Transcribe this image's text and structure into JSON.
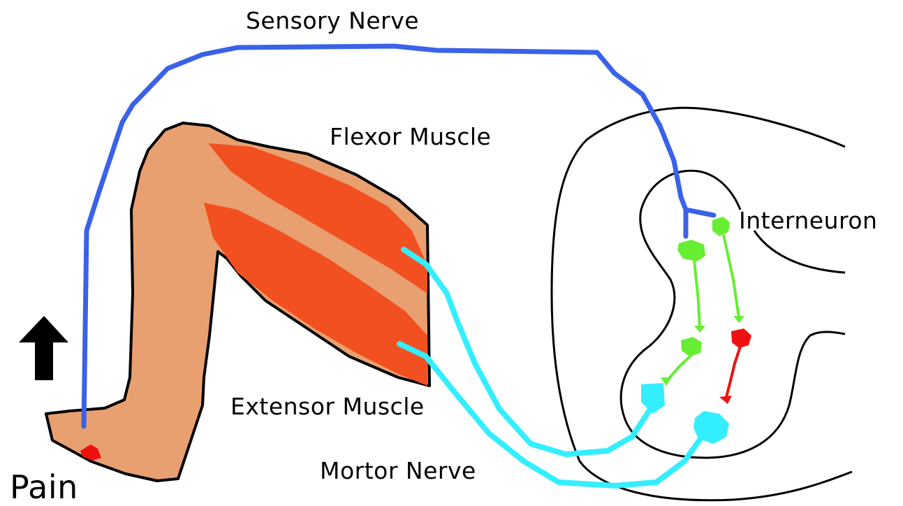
{
  "labels": {
    "sensory_nerve": "Sensory Nerve",
    "flexor_muscle": "Flexor Muscle",
    "interneuron": "Interneuron",
    "extensor_muscle": "Extensor Muscle",
    "motor_nerve": "Mortor Nerve",
    "pain": "Pain"
  },
  "colors": {
    "skin": "#e8a070",
    "muscle": "#f25020",
    "sensory_nerve": "#3a62e8",
    "motor_nerve": "#33eeff",
    "interneuron_excitatory": "#66ee33",
    "interneuron_inhibitory": "#ee1111",
    "pain_spot": "#ee1111",
    "outline": "#000000"
  },
  "icons": {
    "lift_arrow": "up-arrow-icon"
  }
}
